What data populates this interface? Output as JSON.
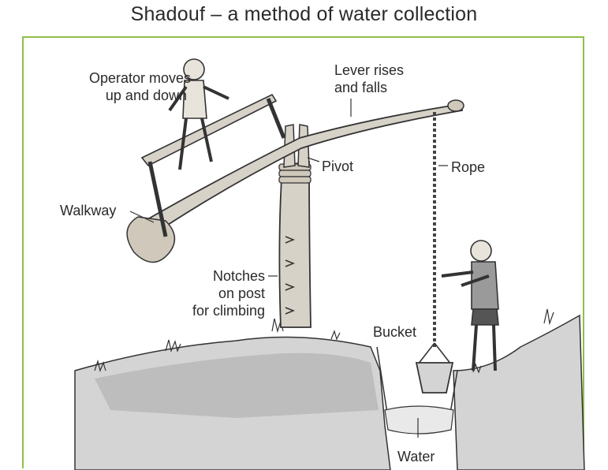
{
  "diagram": {
    "title": "Shadouf – a method of water collection",
    "labels": {
      "operator_line1": "Operator moves",
      "operator_line2": "up and down",
      "lever_line1": "Lever rises",
      "lever_line2": "and falls",
      "pivot": "Pivot",
      "rope": "Rope",
      "walkway": "Walkway",
      "notches_line1": "Notches",
      "notches_line2": "on post",
      "notches_line3": "for climbing",
      "bucket": "Bucket",
      "water": "Water"
    },
    "colors": {
      "frame": "#8fc04a",
      "ink": "#2a2a2a",
      "ground": "#c9c9c9",
      "wood": "#d7d2c8"
    }
  }
}
